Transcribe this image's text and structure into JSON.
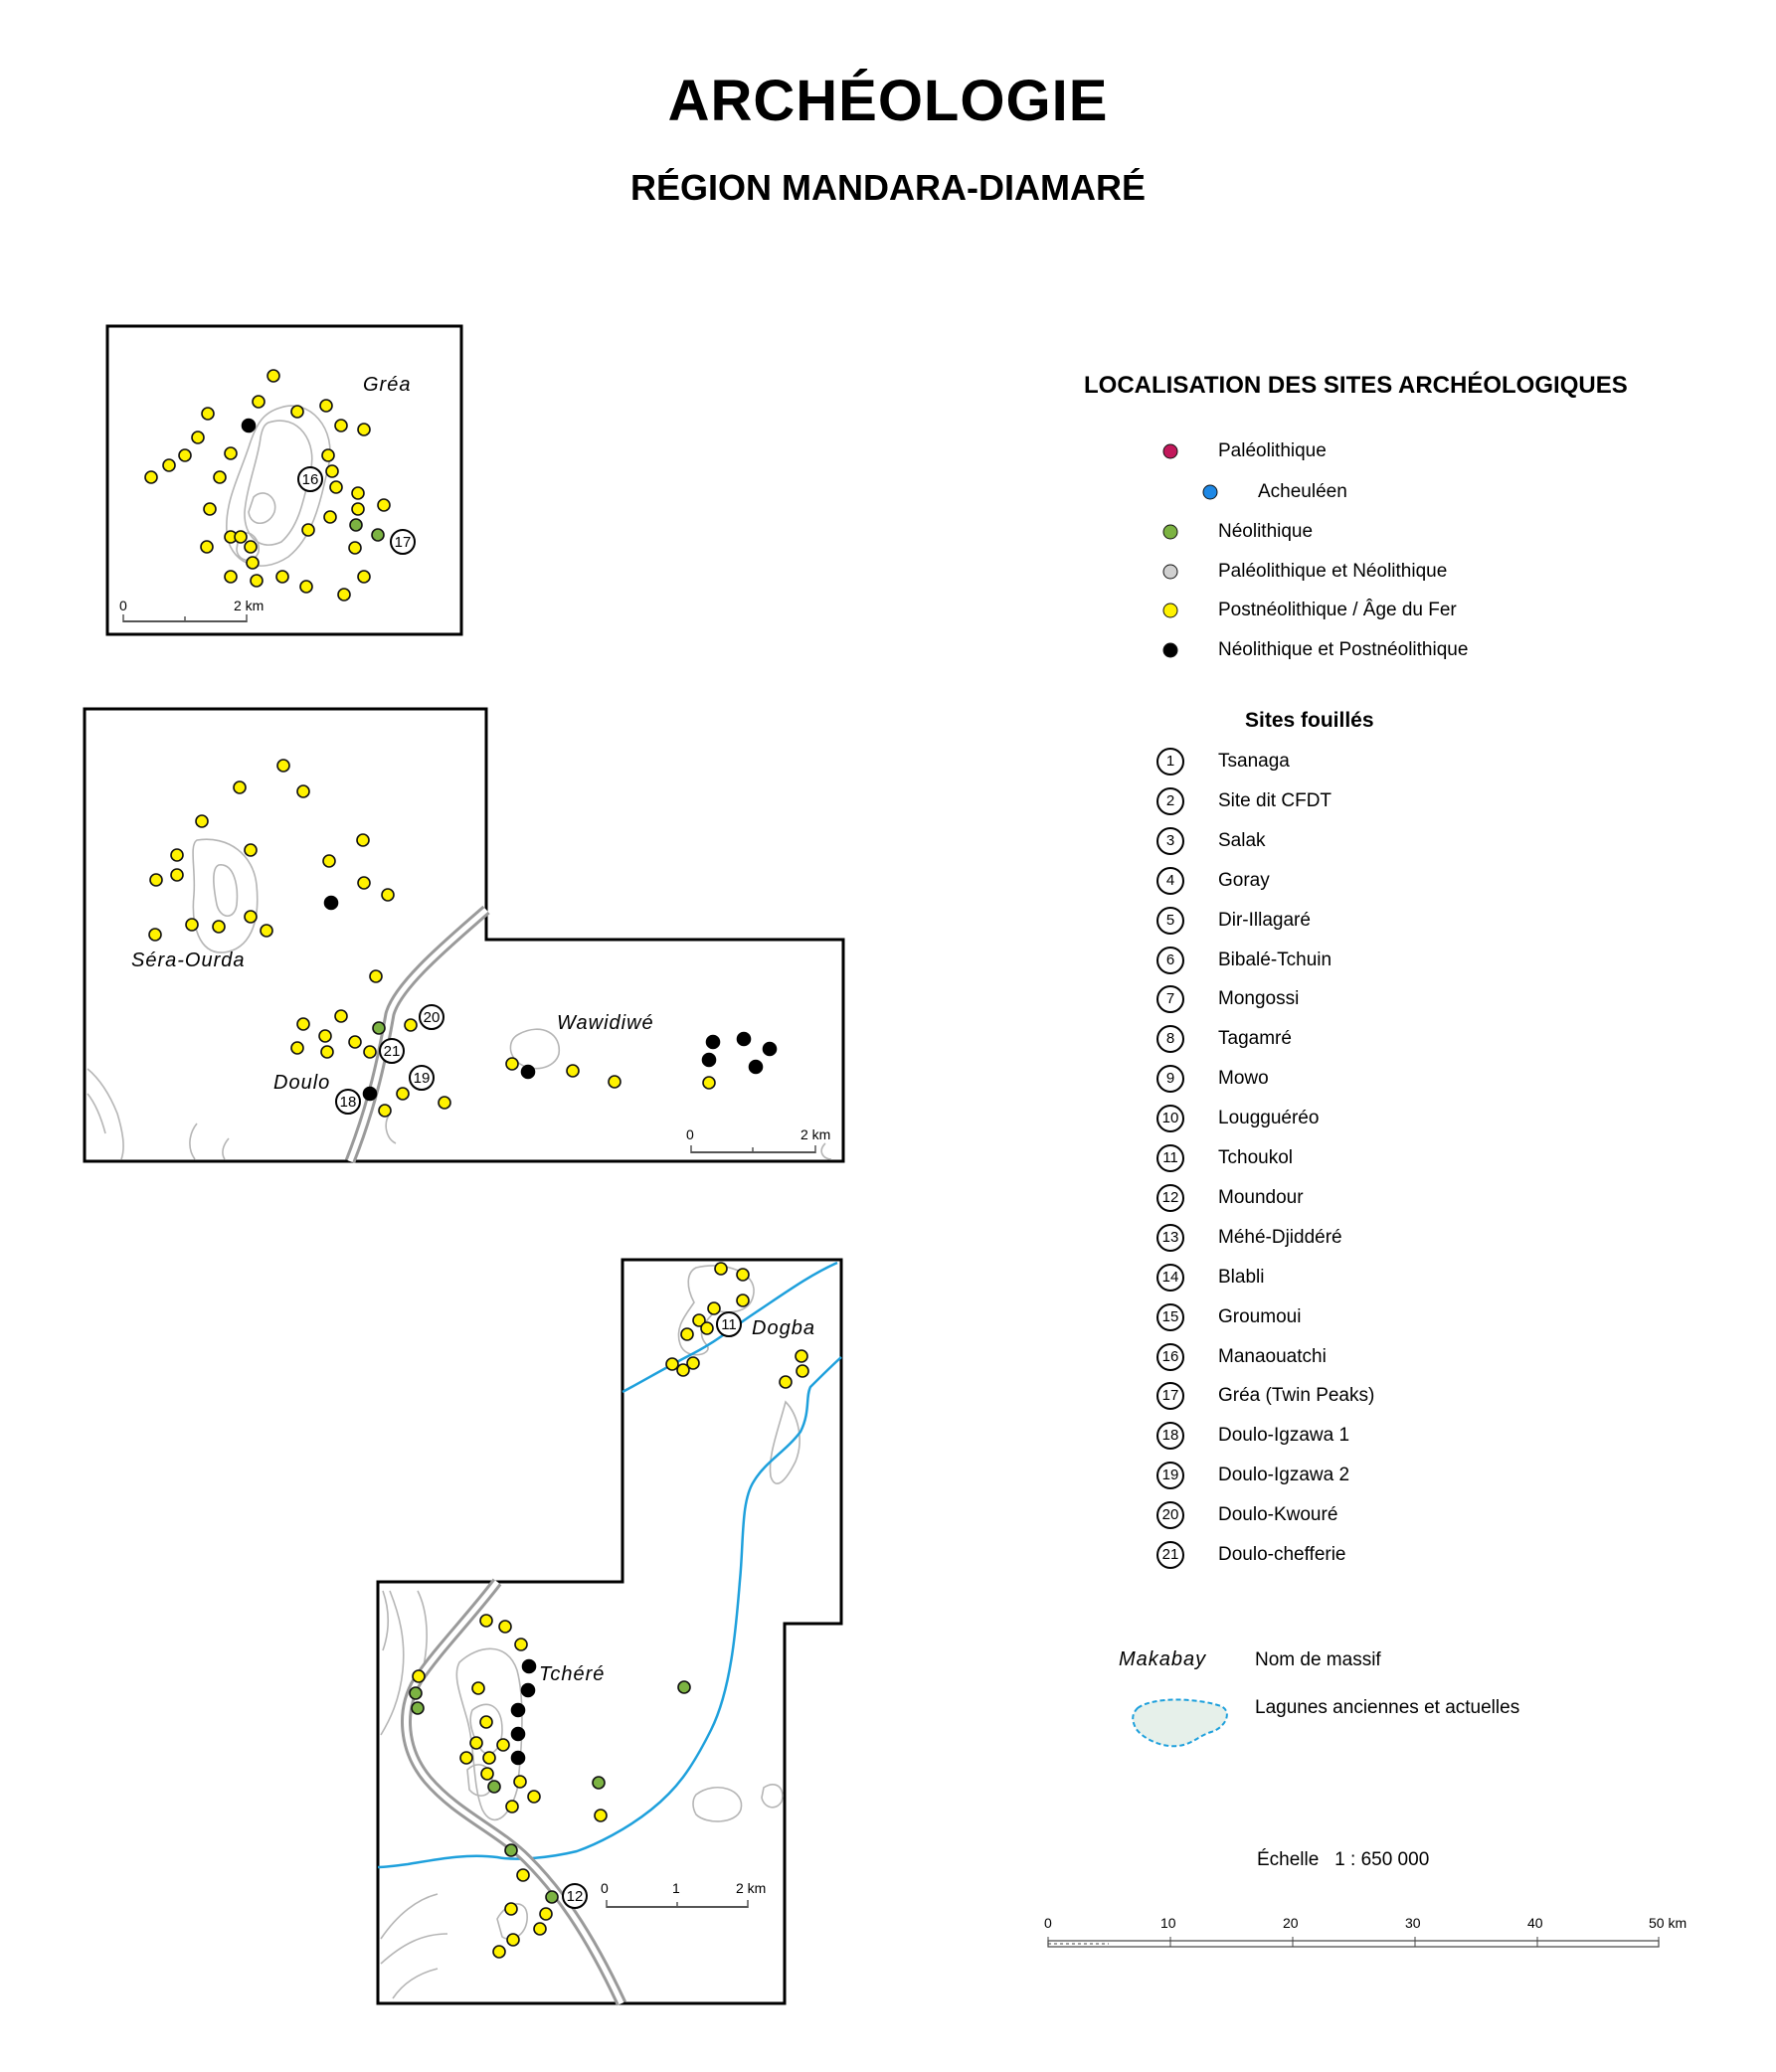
{
  "title": "ARCHÉOLOGIE",
  "subtitle": "RÉGION MANDARA-DIAMARÉ",
  "colors": {
    "paleolithique": "#c2185b",
    "acheuleen": "#1e88e5",
    "neolithique": "#7cb342",
    "paleo_neo": "#d0d0d0",
    "postneolithique": "#fff200",
    "neo_postneo": "#000000",
    "river": "#1ea0dc",
    "contour": "#b5b5b5"
  },
  "legend": {
    "heading": "LOCALISATION DES SITES ARCHÉOLOGIQUES",
    "periods": [
      {
        "label": "Paléolithique",
        "color": "#c2185b"
      },
      {
        "label": "Acheuléen",
        "color": "#1e88e5"
      },
      {
        "label": "Néolithique",
        "color": "#7cb342"
      },
      {
        "label": "Paléolithique et Néolithique",
        "color": "#d0d0d0"
      },
      {
        "label": "Postnéolithique / Âge du Fer",
        "color": "#fff200"
      },
      {
        "label": "Néolithique et Postnéolithique",
        "color": "#000000"
      }
    ],
    "sites_heading": "Sites fouillés",
    "sites": [
      {
        "num": "1",
        "name": "Tsanaga"
      },
      {
        "num": "2",
        "name": "Site dit CFDT"
      },
      {
        "num": "3",
        "name": "Salak"
      },
      {
        "num": "4",
        "name": "Goray"
      },
      {
        "num": "5",
        "name": "Dir-Illagaré"
      },
      {
        "num": "6",
        "name": "Bibalé-Tchuin"
      },
      {
        "num": "7",
        "name": "Mongossi"
      },
      {
        "num": "8",
        "name": "Tagamré"
      },
      {
        "num": "9",
        "name": "Mowo"
      },
      {
        "num": "10",
        "name": "Lougguéréo"
      },
      {
        "num": "11",
        "name": "Tchoukol"
      },
      {
        "num": "12",
        "name": "Moundour"
      },
      {
        "num": "13",
        "name": "Méhé-Djiddéré"
      },
      {
        "num": "14",
        "name": "Blabli"
      },
      {
        "num": "15",
        "name": "Groumoui"
      },
      {
        "num": "16",
        "name": "Manaouatchi"
      },
      {
        "num": "17",
        "name": "Gréa (Twin Peaks)"
      },
      {
        "num": "18",
        "name": "Doulo-Igzawa 1"
      },
      {
        "num": "19",
        "name": "Doulo-Igzawa 2"
      },
      {
        "num": "20",
        "name": "Doulo-Kwouré"
      },
      {
        "num": "21",
        "name": "Doulo-chefferie"
      }
    ],
    "massif_sample": "Makabay",
    "massif_label": "Nom de massif",
    "lagune_label": "Lagunes anciennes et actuelles",
    "scale_label": "Échelle",
    "scale_value": "1 : 650 000",
    "scale_ticks": [
      "0",
      "10",
      "20",
      "30",
      "40",
      "50 km"
    ]
  },
  "insets": {
    "grea": {
      "place": "Gréa",
      "scale": [
        "0",
        "2 km"
      ],
      "markers": [
        "16",
        "17"
      ]
    },
    "doulo": {
      "places": [
        "Séra-Ourda",
        "Wawidiwé",
        "Doulo"
      ],
      "scale": [
        "0",
        "2 km"
      ],
      "markers": [
        "20",
        "21",
        "19",
        "18"
      ]
    },
    "dogba": {
      "places": [
        "Dogba",
        "Tchéré"
      ],
      "scale": [
        "0",
        "1",
        "2 km"
      ],
      "markers": [
        "11",
        "12"
      ]
    }
  }
}
